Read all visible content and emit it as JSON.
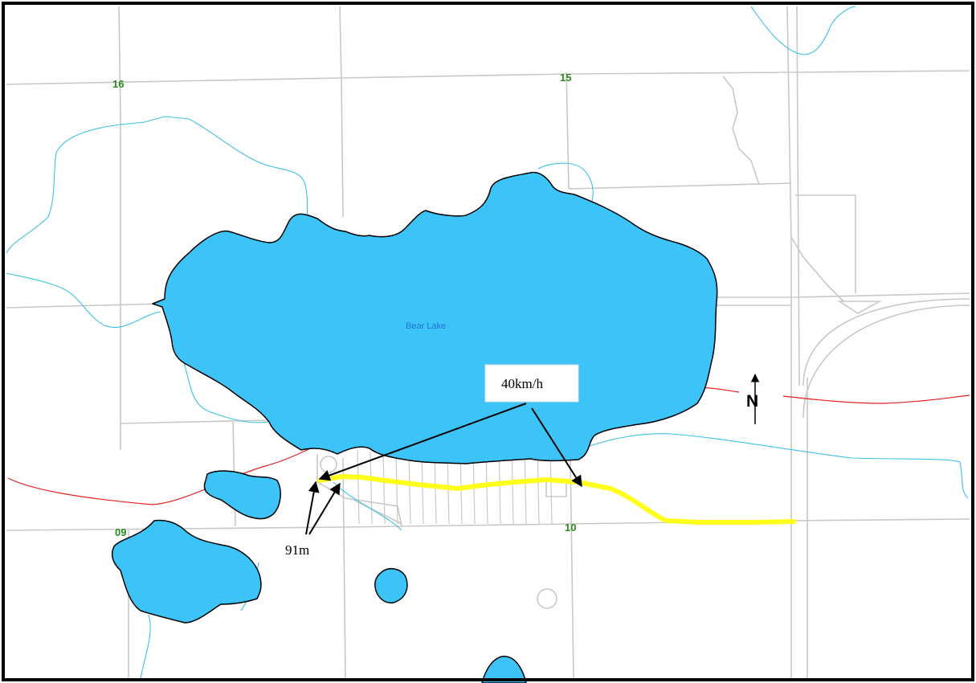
{
  "colors": {
    "water": "#3cc4f9",
    "stream": "#3cc0e6",
    "road": "#c8c8c8",
    "highlight": "#ffff19",
    "boundary": "#e02020",
    "section_label": "#2a8a1e",
    "lake_label": "#1f74d6"
  },
  "sections": [
    "16",
    "15",
    "09",
    "10"
  ],
  "lake": {
    "name": "Bear Lake"
  },
  "callouts": {
    "speed": "40km/h",
    "distance": "91m"
  },
  "north_arrow": {
    "label": "N"
  }
}
